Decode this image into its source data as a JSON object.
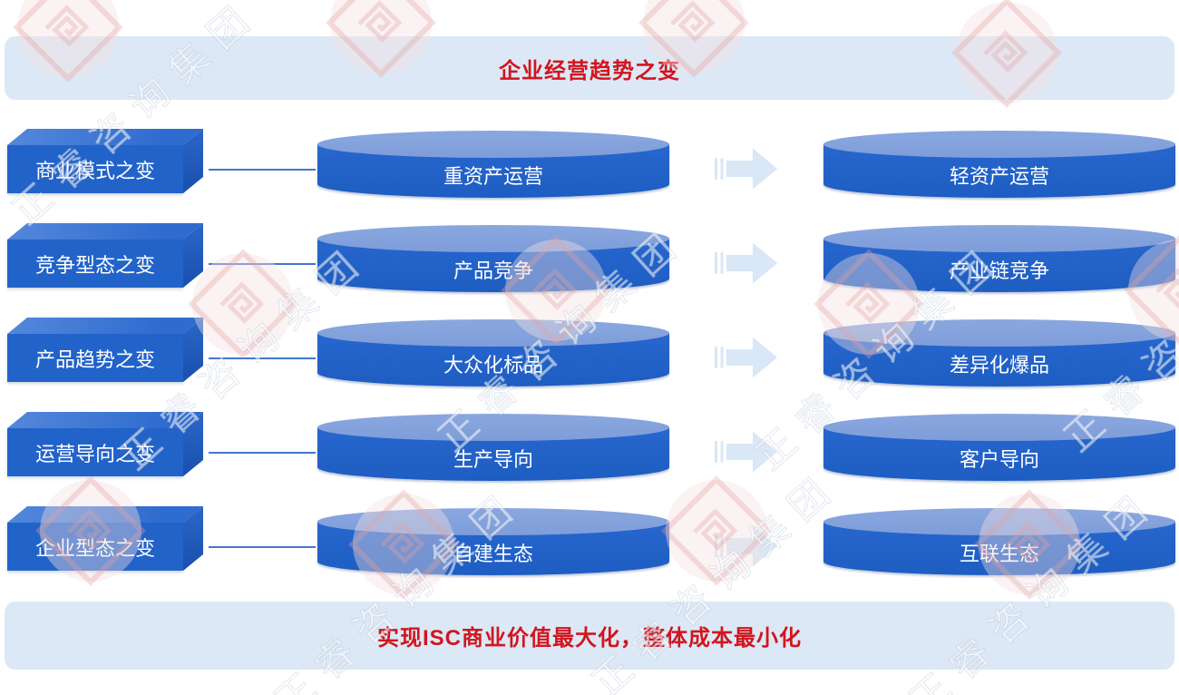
{
  "title": {
    "text": "企业经营趋势之变"
  },
  "conclusion": {
    "text": "实现ISC商业价值最大化，整体成本最小化"
  },
  "rows": [
    {
      "category": "商业模式之变",
      "before": "重资产运营",
      "after": "轻资产运营"
    },
    {
      "category": "竞争型态之变",
      "before": "产品竞争",
      "after": "产业链竞争"
    },
    {
      "category": "产品趋势之变",
      "before": "大众化标品",
      "after": "差异化爆品"
    },
    {
      "category": "运营导向之变",
      "before": "生产导向",
      "after": "客户导向"
    },
    {
      "category": "企业型态之变",
      "before": "自建生态",
      "after": "互联生态"
    }
  ],
  "watermark": {
    "brand": "正睿咨询集团"
  },
  "colors": {
    "accent_red": "#D2151E",
    "shape_blue": "#2263C9",
    "cylinder_top_blue": "#7E9DD9",
    "banner_blue": "#DCE8F5",
    "arrow_blue": "#D9E7F6",
    "connector_blue": "#4377CC"
  }
}
